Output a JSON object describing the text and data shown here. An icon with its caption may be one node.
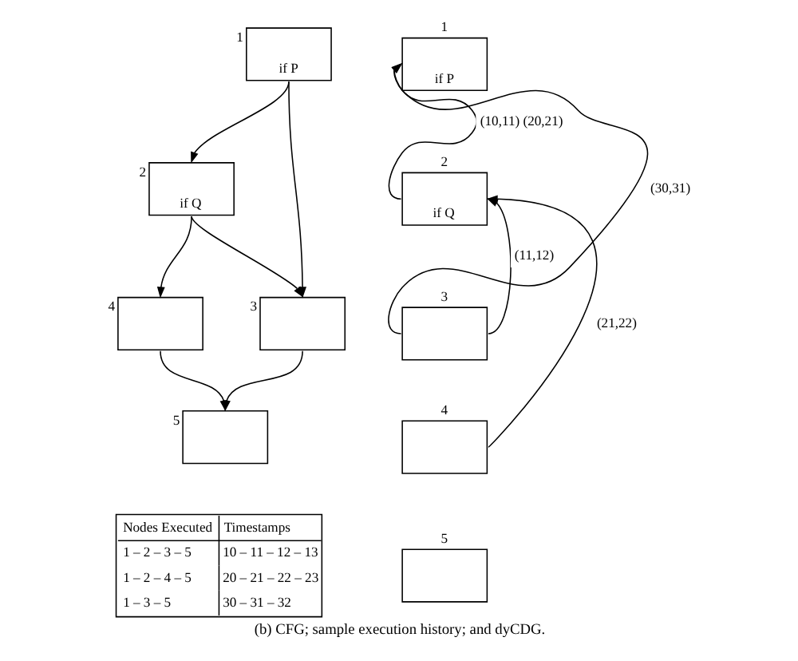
{
  "diagram": {
    "caption": "(b) CFG; sample execution history; and dyCDG.",
    "nodes": [
      {
        "text": [
          "if P"
        ],
        "beside": [
          "1"
        ]
      },
      {
        "text": [
          "if Q"
        ],
        "beside": [
          "2"
        ]
      },
      {
        "text": [],
        "shape": "box",
        "beside": [
          "4"
        ]
      },
      {
        "text": [],
        "shape": "box",
        "beside": [
          "3"
        ]
      },
      {
        "text": [],
        "shape": "box",
        "beside": [
          "5"
        ]
      },
      {
        "text": [
          "if P"
        ],
        "beside": [
          "1"
        ]
      },
      {
        "text": [
          "if Q"
        ],
        "beside": [
          "2"
        ]
      },
      {
        "text": [],
        "shape": "box",
        "beside": [
          "3"
        ]
      },
      {
        "text": [],
        "shape": "box",
        "beside": [
          "4"
        ]
      },
      {
        "text": [],
        "shape": "box",
        "beside": [
          "5"
        ]
      }
    ],
    "edges": [
      {
        "from": 0,
        "to": 1,
        "arrow": "to"
      },
      {
        "from": 0,
        "to": 3,
        "arrow": "to"
      },
      {
        "from": 1,
        "to": 2,
        "arrow": "to"
      },
      {
        "from": 1,
        "to": 3,
        "arrow": "to"
      },
      {
        "from": 2,
        "to": 4,
        "arrow": "to"
      },
      {
        "from": 3,
        "to": 4,
        "arrow": "to"
      },
      {
        "from": 6,
        "to": 5,
        "arrow": "to",
        "label": "(10,11) (20,21)"
      },
      {
        "from": 7,
        "to": 5,
        "arrow": "to",
        "label": "(30,31)"
      },
      {
        "from": 7,
        "to": 6,
        "arrow": "to",
        "label": "(11,12)"
      },
      {
        "from": 8,
        "to": 6,
        "arrow": "to",
        "label": "(21,22)"
      }
    ],
    "labels": [
      "Nodes Executed",
      "Timestamps",
      "1 – 2 – 3 – 5",
      "10 – 11 – 12 – 13",
      "1 – 2 – 4 – 5",
      "20 – 21 – 22 – 23",
      "1 – 3 – 5",
      "30 – 31 – 32"
    ]
  }
}
